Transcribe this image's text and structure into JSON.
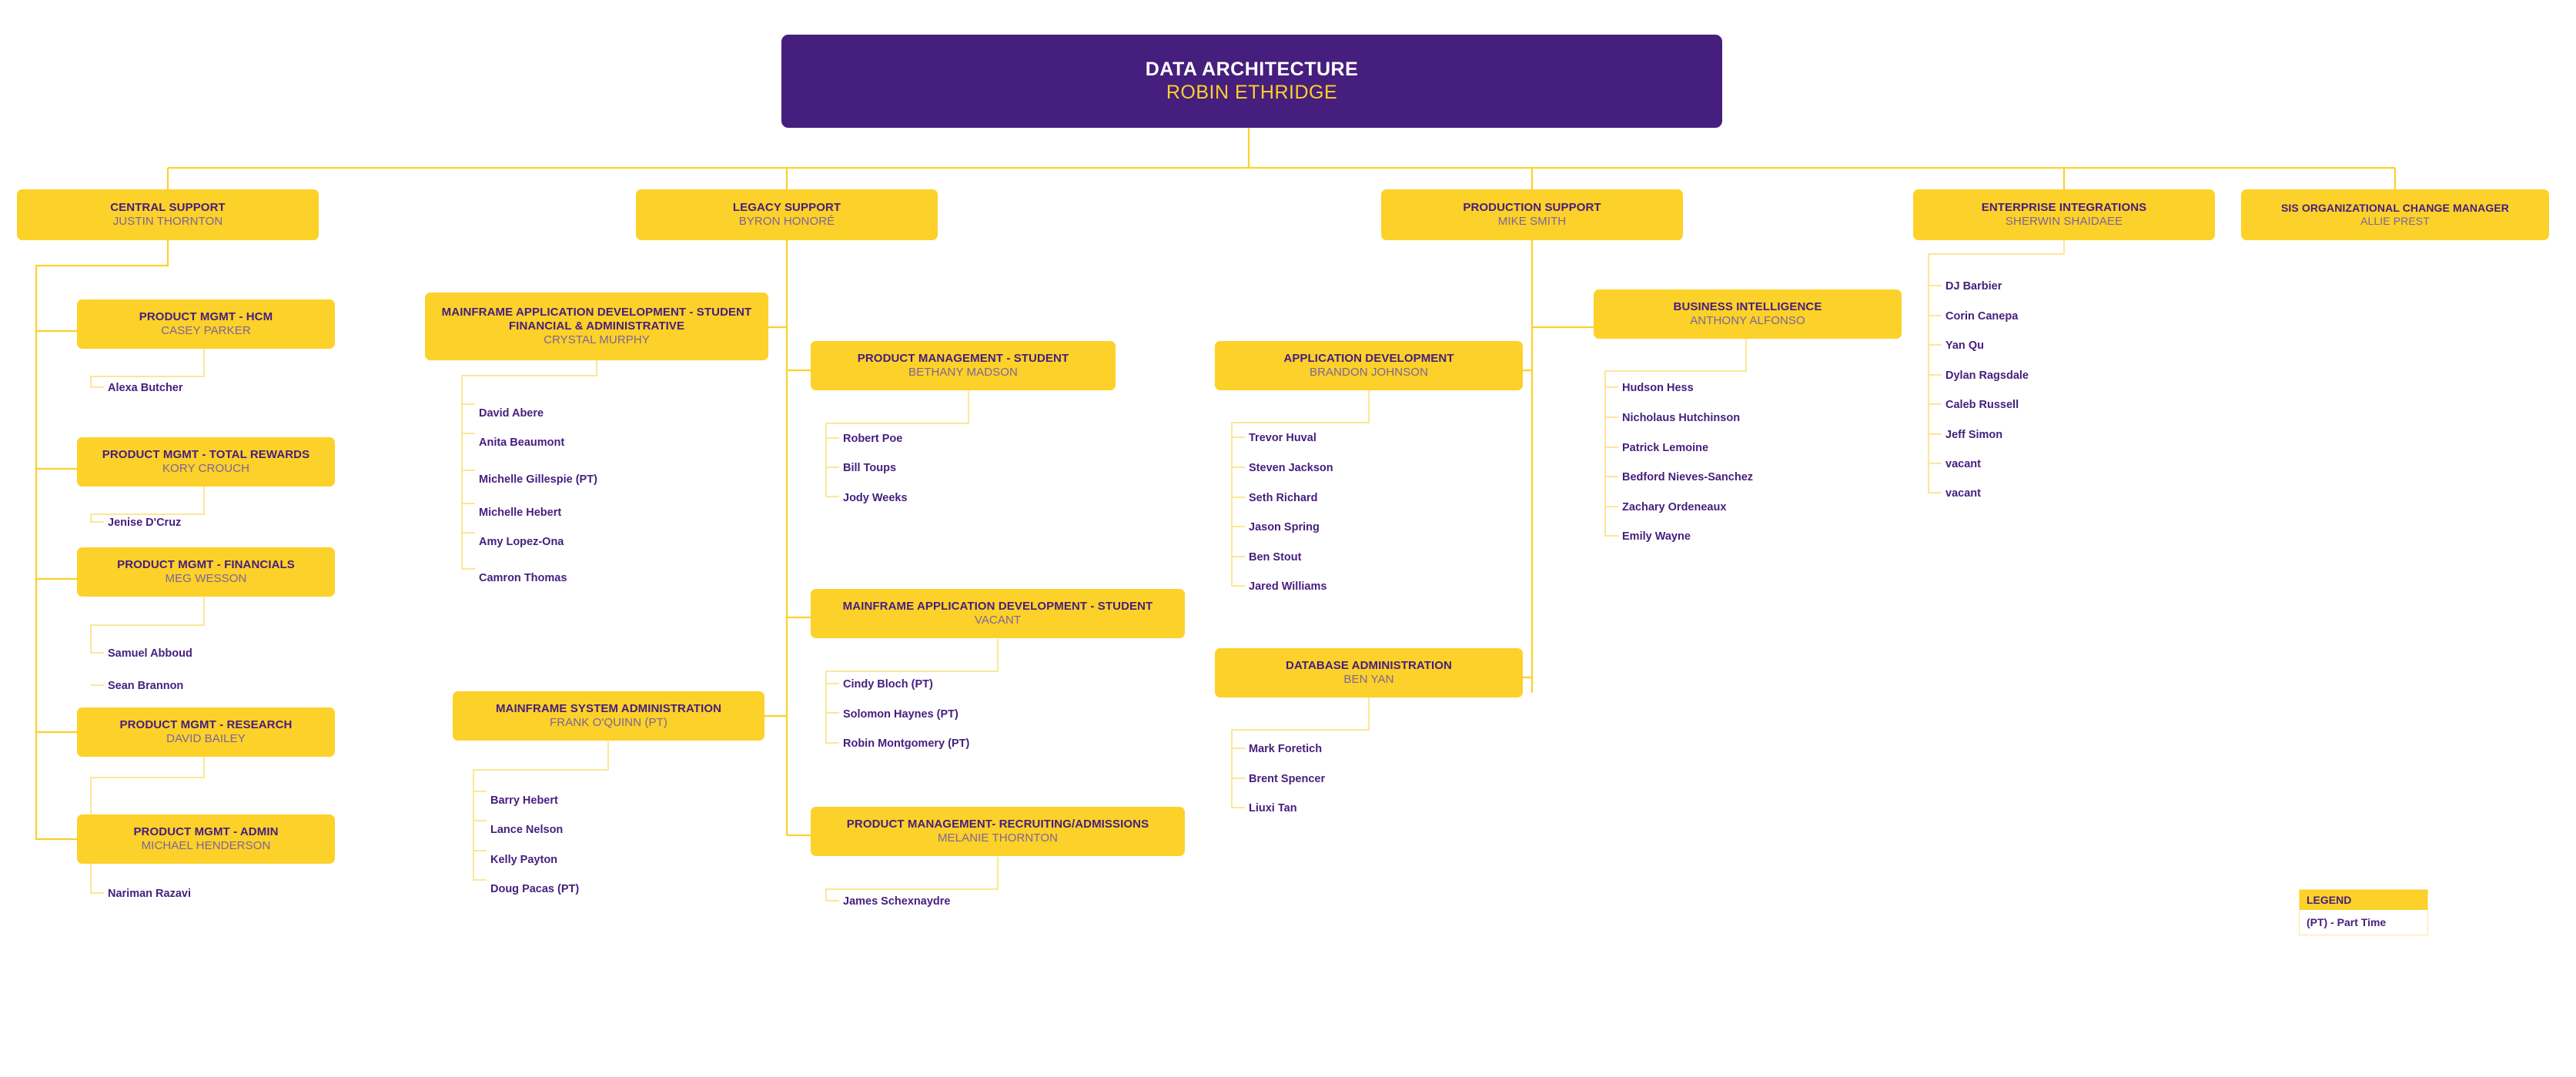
{
  "chart": {
    "type": "org-chart",
    "title": "Data Architecture Organizational Chart",
    "colors": {
      "root_fill": "#461E7D",
      "root_title": "#FFFFFF",
      "root_name": "#FCD129",
      "node_fill": "#FCD129",
      "node_title": "#461E7D",
      "node_name": "#7B6599",
      "leaf_text": "#461E7D",
      "connector": "#FCD129",
      "background": "#FFFFFF"
    }
  },
  "root": {
    "title": "DATA ARCHITECTURE",
    "name": "ROBIN ETHRIDGE"
  },
  "departments": [
    {
      "id": "central-support",
      "title": "CENTRAL SUPPORT",
      "name": "JUSTIN THORNTON",
      "units": [
        {
          "id": "pm-hcm",
          "title": "PRODUCT MGMT - HCM",
          "name": "CASEY PARKER",
          "members": [
            "Alexa Butcher"
          ]
        },
        {
          "id": "pm-total-rewards",
          "title": "PRODUCT MGMT - TOTAL REWARDS",
          "name": "KORY CROUCH",
          "members": [
            "Jenise D'Cruz"
          ]
        },
        {
          "id": "pm-financials",
          "title": "PRODUCT MGMT - FINANCIALS",
          "name": "MEG WESSON",
          "members": [
            "Samuel Abboud",
            "Sean Brannon"
          ]
        },
        {
          "id": "pm-research",
          "title": "PRODUCT MGMT - RESEARCH",
          "name": "DAVID BAILEY",
          "members": []
        },
        {
          "id": "pm-admin",
          "title": "PRODUCT MGMT - ADMIN",
          "name": "MICHAEL HENDERSON",
          "members": [
            "Nariman Razavi"
          ]
        }
      ]
    },
    {
      "id": "legacy-support",
      "title": "LEGACY SUPPORT",
      "name": "BYRON HONORÉ",
      "units": [
        {
          "id": "mainframe-app-dev-student-financial",
          "title": "MAINFRAME APPLICATION  DEVELOPMENT - STUDENT FINANCIAL & ADMINISTRATIVE",
          "name": "CRYSTAL MURPHY",
          "members": [
            "David Abere",
            "Anita Beaumont",
            "Michelle Gillespie (PT)",
            "Michelle Hebert",
            "Amy Lopez-Ona",
            "Camron Thomas"
          ]
        },
        {
          "id": "mainframe-system-administration",
          "title": "MAINFRAME SYSTEM ADMINISTRATION",
          "name": "FRANK O'QUINN (PT)",
          "members": [
            "Barry Hebert",
            "Lance Nelson",
            "Kelly Payton",
            "Doug Pacas (PT)"
          ]
        },
        {
          "id": "product-management-student",
          "title": "PRODUCT MANAGEMENT - STUDENT",
          "name": "BETHANY MADSON",
          "members": [
            "Robert Poe",
            "Bill Toups",
            "Jody Weeks"
          ]
        },
        {
          "id": "mainframe-app-dev-student",
          "title": "MAINFRAME APPLICATION DEVELOPMENT - STUDENT",
          "name": "VACANT",
          "members": [
            "Cindy Bloch (PT)",
            "Solomon Haynes (PT)",
            "Robin Montgomery (PT)"
          ]
        },
        {
          "id": "product-management-recruiting",
          "title": "PRODUCT MANAGEMENT- RECRUITING/ADMISSIONS",
          "name": "MELANIE THORNTON",
          "members": [
            "James Schexnaydre"
          ]
        }
      ]
    },
    {
      "id": "production-support",
      "title": "PRODUCTION SUPPORT",
      "name": "MIKE SMITH",
      "units": [
        {
          "id": "application-development",
          "title": "APPLICATION DEVELOPMENT",
          "name": "BRANDON JOHNSON",
          "members": [
            "Trevor Huval",
            "Steven Jackson",
            "Seth Richard",
            "Jason Spring",
            "Ben Stout",
            "Jared Williams"
          ]
        },
        {
          "id": "database-administration",
          "title": "DATABASE ADMINISTRATION",
          "name": "BEN YAN",
          "members": [
            "Mark Foretich",
            "Brent Spencer",
            "Liuxi Tan"
          ]
        },
        {
          "id": "business-intelligence",
          "title": "BUSINESS INTELLIGENCE",
          "name": "ANTHONY ALFONSO",
          "members": [
            "Hudson Hess",
            "Nicholaus Hutchinson",
            "Patrick Lemoine",
            "Bedford Nieves-Sanchez",
            "Zachary Ordeneaux",
            "Emily Wayne"
          ]
        }
      ]
    },
    {
      "id": "enterprise-integrations",
      "title": "ENTERPRISE INTEGRATIONS",
      "name": "SHERWIN SHAIDAEE",
      "units": [],
      "members": [
        "DJ Barbier",
        "Corin Canepa",
        "Yan Qu",
        "Dylan Ragsdale",
        "Caleb Russell",
        "Jeff Simon",
        "vacant",
        "vacant"
      ]
    },
    {
      "id": "sis-organizational-change-manager",
      "title": "SIS ORGANIZATIONAL CHANGE MANAGER",
      "name": "ALLIE PREST",
      "units": [],
      "members": []
    }
  ],
  "legend": {
    "header": "LEGEND",
    "entry": "(PT) - Part Time"
  }
}
